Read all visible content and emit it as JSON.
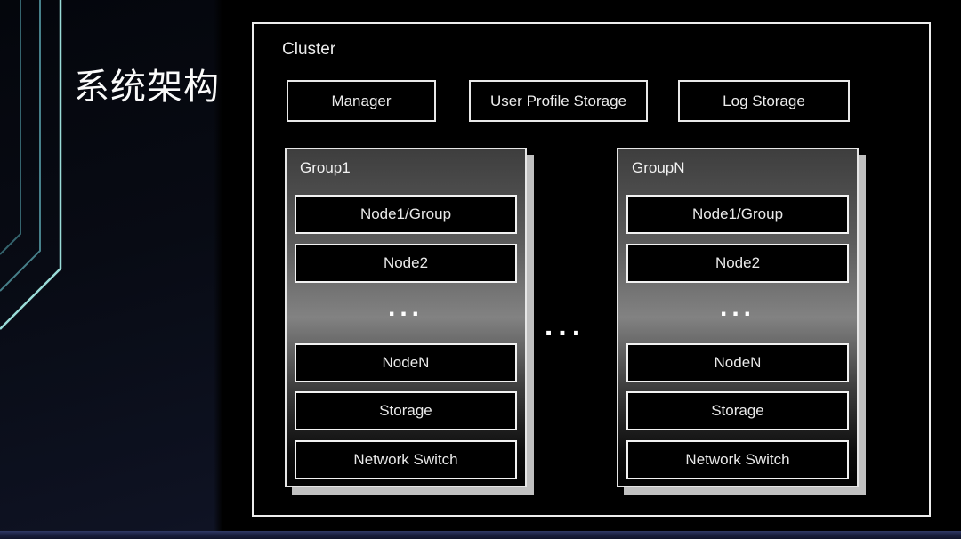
{
  "slide": {
    "title": "系统架构",
    "colors": {
      "accent_teal": "#9adcd8",
      "dim_teal_inner": "#35646e",
      "dim_teal_mid": "#47808a",
      "box_border": "#ededed",
      "group_shadow": "#c0c0c0",
      "group_gradient_mid": "#828282",
      "bottom_band_navy": "#313a67",
      "background_navy": "#0e1222"
    }
  },
  "cluster": {
    "label": "Cluster",
    "top_boxes": [
      {
        "label": "Manager"
      },
      {
        "label": "User Profile Storage"
      },
      {
        "label": "Log Storage"
      }
    ],
    "groups": [
      {
        "label": "Group1",
        "nodes_top": [
          "Node1/Group",
          "Node2"
        ],
        "ellipsis": "...",
        "nodes_bottom": [
          "NodeN",
          "Storage",
          "Network Switch"
        ]
      },
      {
        "label": "GroupN",
        "nodes_top": [
          "Node1/Group",
          "Node2"
        ],
        "ellipsis": "...",
        "nodes_bottom": [
          "NodeN",
          "Storage",
          "Network Switch"
        ]
      }
    ],
    "divider_ellipsis": "..."
  }
}
